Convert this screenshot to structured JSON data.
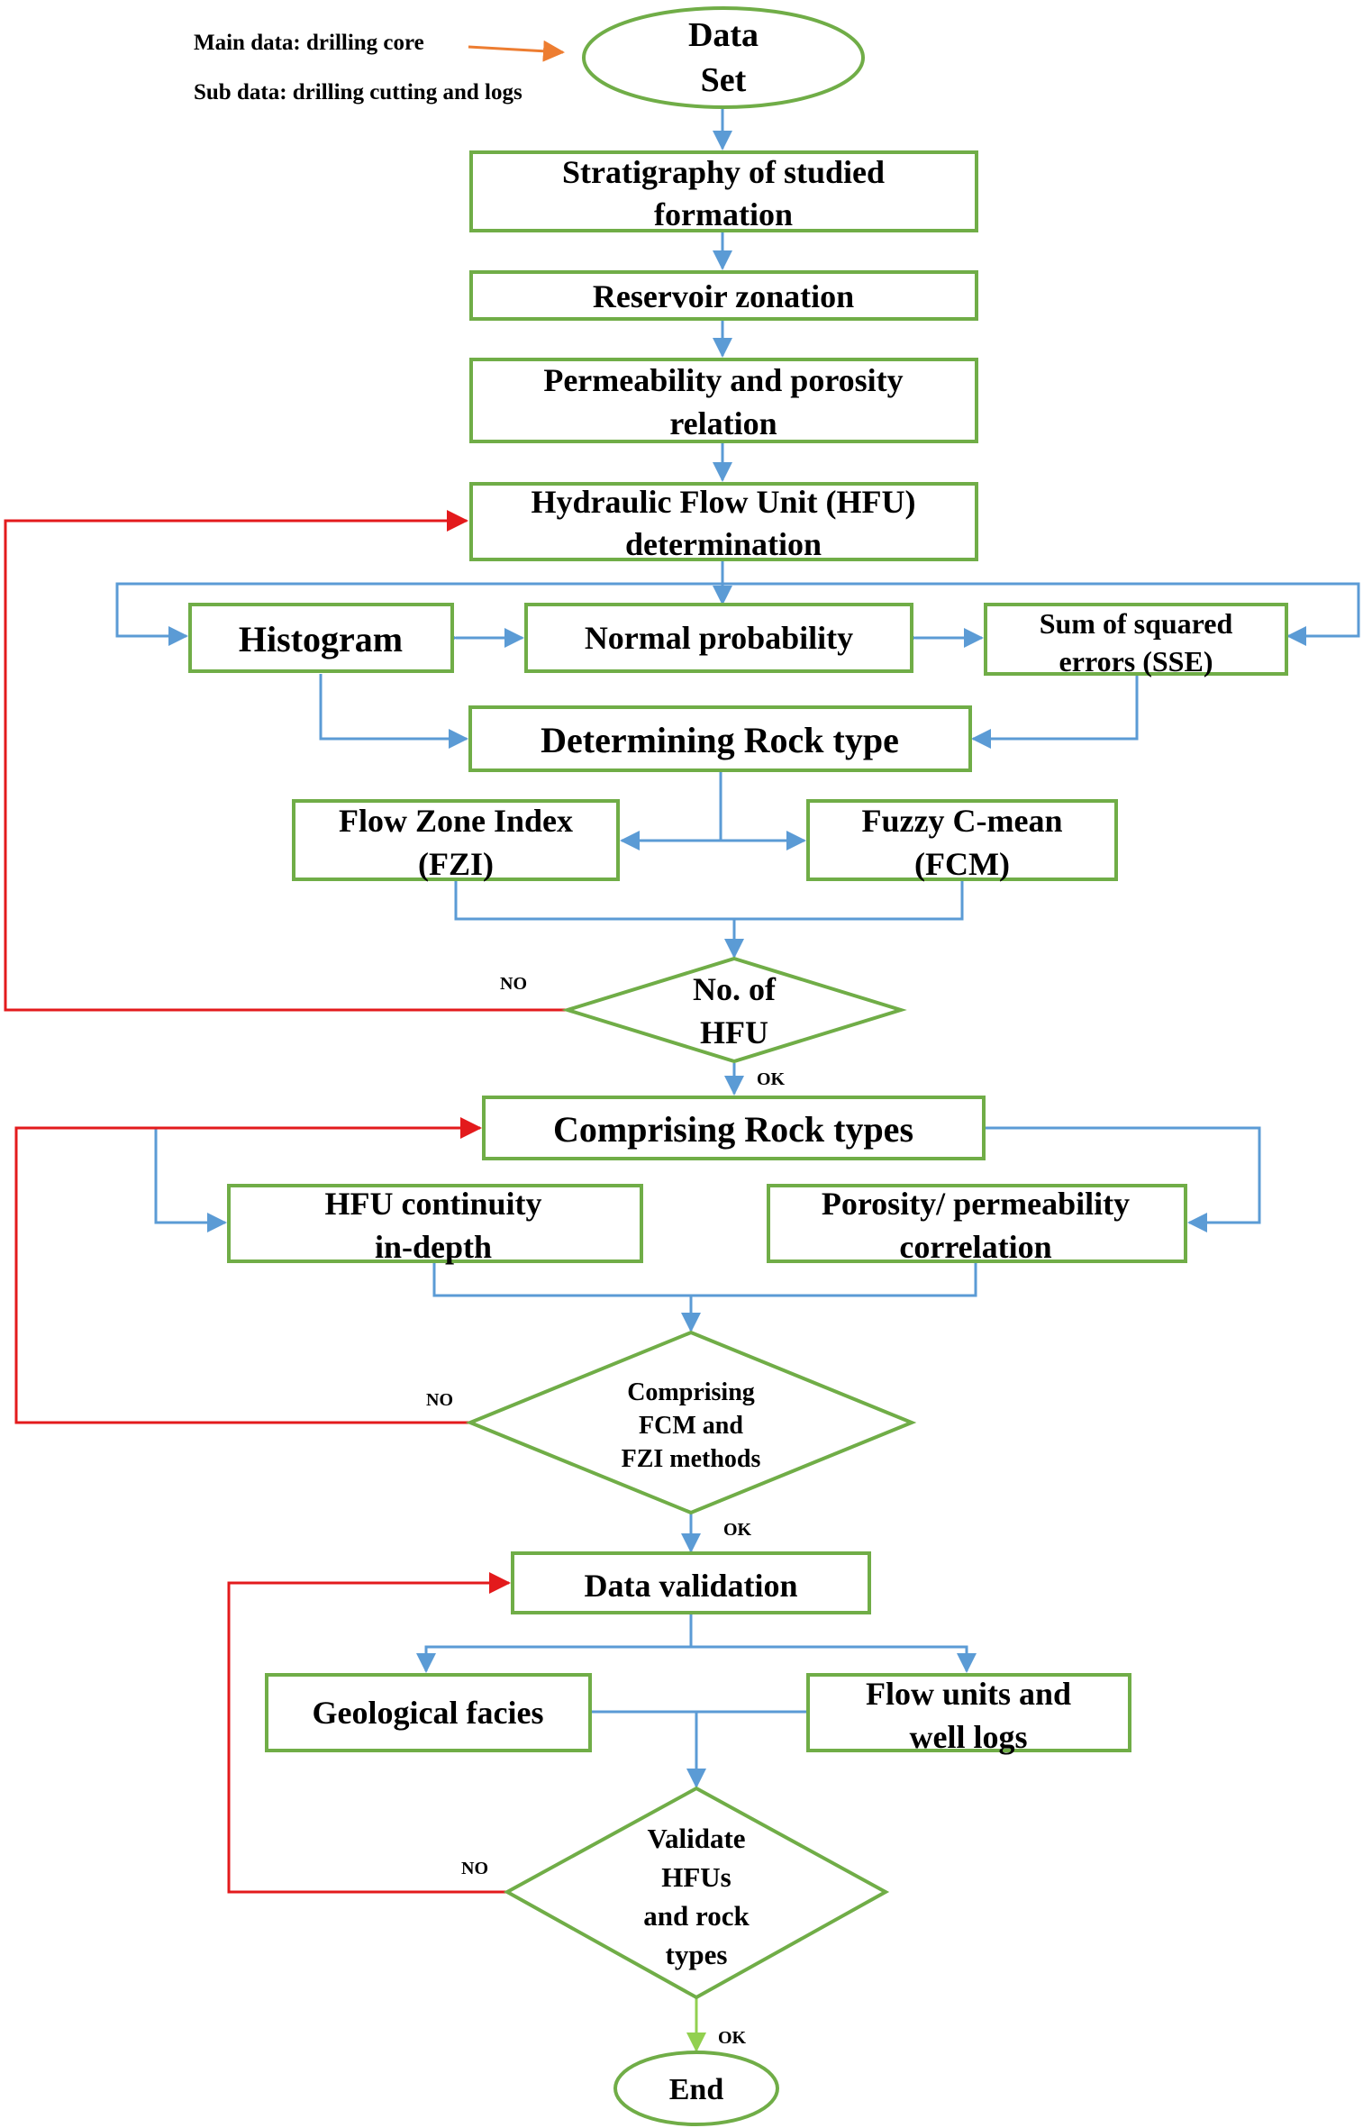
{
  "notes": {
    "main_data": "Main data: drilling core",
    "sub_data": "Sub data: drilling cutting and logs"
  },
  "nodes": {
    "data_set": [
      "Data",
      "Set"
    ],
    "stratigraphy": [
      "Stratigraphy of studied",
      "formation"
    ],
    "reservoir_zonation": [
      "Reservoir zonation"
    ],
    "perm_porosity": [
      "Permeability and porosity",
      "relation"
    ],
    "hfu_determination": [
      "Hydraulic Flow Unit (HFU)",
      "determination"
    ],
    "histogram": [
      "Histogram"
    ],
    "normal_probability": [
      "Normal probability"
    ],
    "sse": [
      "Sum of squared",
      "errors (SSE)"
    ],
    "determining_rock_type": [
      "Determining Rock type"
    ],
    "fzi": [
      "Flow Zone Index",
      "(FZI)"
    ],
    "fcm": [
      "Fuzzy C-mean",
      "(FCM)"
    ],
    "no_of_hfu": [
      "No. of",
      "HFU"
    ],
    "comprising_rock_types": [
      "Comprising Rock types"
    ],
    "hfu_continuity": [
      "HFU continuity",
      "in-depth"
    ],
    "porosity_perm_corr": [
      "Porosity/ permeability",
      "correlation"
    ],
    "comprising_methods": [
      "Comprising",
      "FCM and",
      "FZI methods"
    ],
    "data_validation": [
      "Data validation"
    ],
    "geological_facies": [
      "Geological facies"
    ],
    "flow_units_logs": [
      "Flow units and",
      "well logs"
    ],
    "validate_hfus": [
      "Validate",
      "HFUs",
      "and rock",
      "types"
    ],
    "end": [
      "End"
    ]
  },
  "edge_labels": {
    "no_1": "NO",
    "ok_1": "OK",
    "no_2": "NO",
    "ok_2": "OK",
    "no_3": "NO",
    "ok_3": "OK"
  },
  "colors": {
    "node_border": "#70ad47",
    "flow_arrow": "#5b9bd5",
    "loop_back": "#e31a1c",
    "final_arrow": "#92d050",
    "input_arrow": "#ed7d31"
  }
}
